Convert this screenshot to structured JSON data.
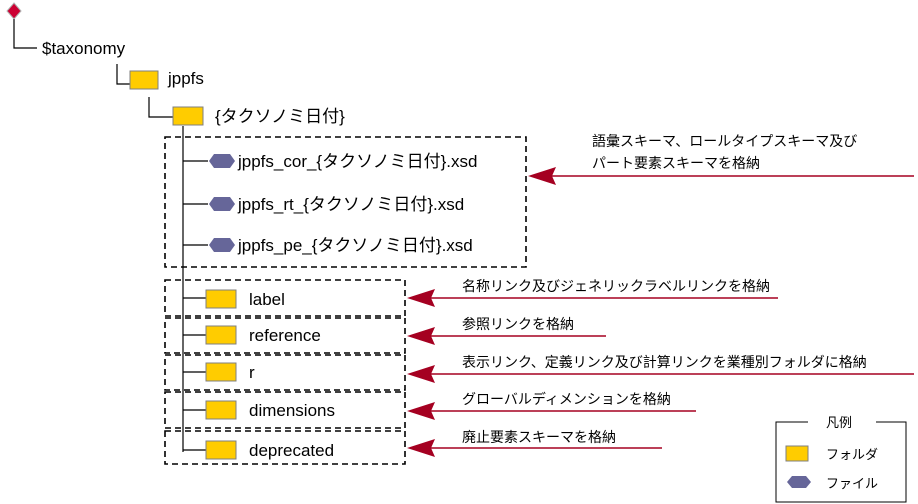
{
  "tree": {
    "root": "$taxonomy",
    "folder_jppfs": "jppfs",
    "folder_date": "{タクソノミ日付}",
    "files": [
      "jppfs_cor_{タクソノミ日付}.xsd",
      "jppfs_rt_{タクソノミ日付}.xsd",
      "jppfs_pe_{タクソノミ日付}.xsd"
    ],
    "subfolders": [
      "label",
      "reference",
      "r",
      "dimensions",
      "deprecated"
    ]
  },
  "annotations": {
    "files_line1": "語彙スキーマ、ロールタイプスキーマ及び",
    "files_line2": "パート要素スキーマを格納",
    "label": "名称リンク及びジェネリックラベルリンクを格納",
    "reference": "参照リンクを格納",
    "r": "表示リンク、定義リンク及び計算リンクを業種別フォルダに格納",
    "dimensions": "グローバルディメンションを格納",
    "deprecated": "廃止要素スキーマを格納"
  },
  "legend": {
    "title": "凡例",
    "folder": "フォルダ",
    "file": "ファイル"
  },
  "colors": {
    "folder_fill": "#ffcc00",
    "folder_stroke": "#7f7f7f",
    "file_fill": "#666699",
    "root_diamond": "#cc0033",
    "arrow": "#a50021",
    "line": "#000000"
  }
}
